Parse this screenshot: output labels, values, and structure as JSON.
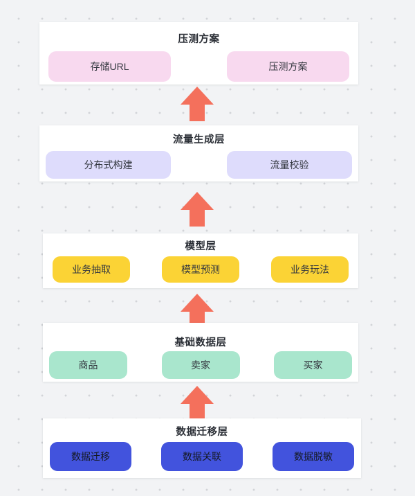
{
  "canvas": {
    "background_color": "#f2f3f5",
    "dot_color": "#d2d4d8",
    "arrow_color": "#f4705c",
    "card_color": "#ffffff"
  },
  "diagram": {
    "type": "layered-architecture",
    "direction": "bottom-to-top",
    "layers": [
      {
        "id": "pressure-test-plan",
        "title": "压测方案",
        "pill_color": "#f8d9ef",
        "items": [
          {
            "label": "存储URL"
          },
          {
            "label": "压测方案"
          }
        ]
      },
      {
        "id": "traffic-generation",
        "title": "流量生成层",
        "pill_color": "#dedcfc",
        "items": [
          {
            "label": "分布式构建"
          },
          {
            "label": "流量校验"
          }
        ]
      },
      {
        "id": "model-layer",
        "title": "模型层",
        "pill_color": "#fbd335",
        "items": [
          {
            "label": "业务抽取"
          },
          {
            "label": "模型预测"
          },
          {
            "label": "业务玩法"
          }
        ]
      },
      {
        "id": "base-data-layer",
        "title": "基础数据层",
        "pill_color": "#a9e6cd",
        "items": [
          {
            "label": "商品"
          },
          {
            "label": "卖家"
          },
          {
            "label": "买家"
          }
        ]
      },
      {
        "id": "data-migration-layer",
        "title": "数据迁移层",
        "pill_color": "#4253dd",
        "items": [
          {
            "label": "数据迁移"
          },
          {
            "label": "数据关联"
          },
          {
            "label": "数据脱敏"
          }
        ]
      }
    ],
    "arrows": [
      {
        "id": "arrow-migration-to-basedata",
        "from": "data-migration-layer",
        "to": "base-data-layer",
        "direction": "up"
      },
      {
        "id": "arrow-basedata-to-model",
        "from": "base-data-layer",
        "to": "model-layer",
        "direction": "up"
      },
      {
        "id": "arrow-model-to-traffic",
        "from": "model-layer",
        "to": "traffic-generation",
        "direction": "up"
      },
      {
        "id": "arrow-traffic-to-plan",
        "from": "traffic-generation",
        "to": "pressure-test-plan",
        "direction": "up"
      }
    ]
  }
}
